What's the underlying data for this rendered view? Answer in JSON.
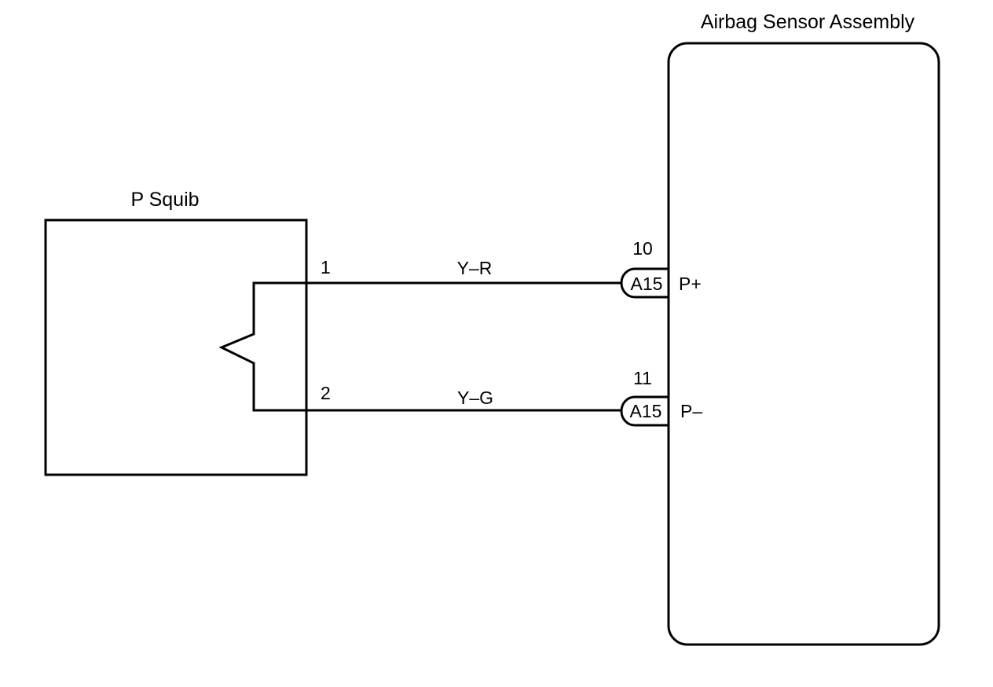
{
  "components": {
    "squib": {
      "label": "P Squib"
    },
    "ecu": {
      "label": "Airbag Sensor Assembly"
    }
  },
  "circuits": [
    {
      "squib_pin": "1",
      "wire_color": "Y–R",
      "connector": "A15",
      "ecu_pin": "10",
      "terminal": "P+"
    },
    {
      "squib_pin": "2",
      "wire_color": "Y–G",
      "connector": "A15",
      "ecu_pin": "11",
      "terminal": "P–"
    }
  ]
}
